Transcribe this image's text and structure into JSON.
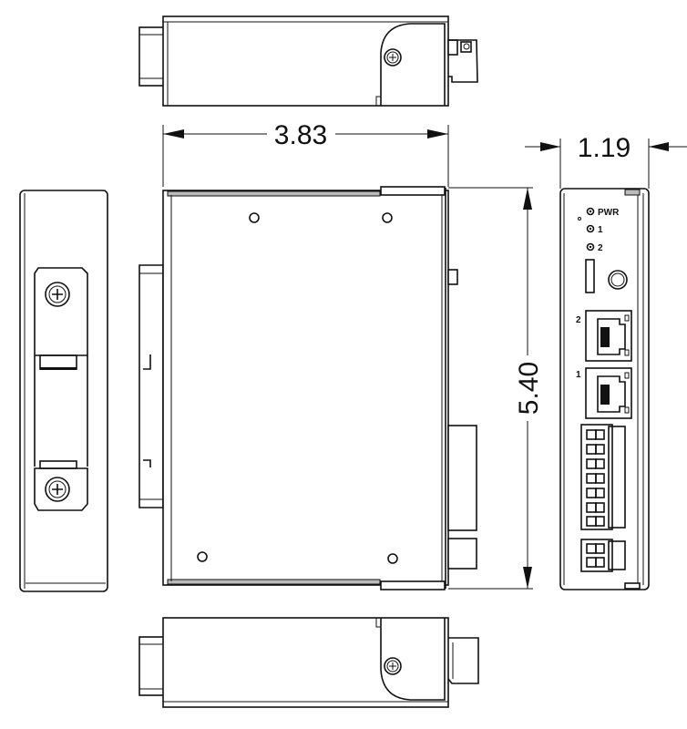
{
  "drawing": {
    "type": "orthographic-dimension-drawing",
    "units": "inches",
    "views": [
      "top-view",
      "left-side-view",
      "front-view",
      "right-end-view",
      "bottom-view"
    ]
  },
  "dimensions": {
    "width": {
      "value": "3.83",
      "orientation": "horizontal"
    },
    "depth": {
      "value": "1.19",
      "orientation": "horizontal"
    },
    "height": {
      "value": "5.40",
      "orientation": "vertical"
    }
  },
  "end_panel": {
    "leds": [
      {
        "label": "PWR"
      },
      {
        "label": "1"
      },
      {
        "label": "2"
      }
    ],
    "ports": [
      {
        "label": "2",
        "type": "rj45"
      },
      {
        "label": "1",
        "type": "rj45"
      }
    ],
    "terminal_blocks": [
      {
        "positions": 7
      },
      {
        "positions": 2
      }
    ]
  },
  "colors": {
    "line": "#111111",
    "background": "#ffffff",
    "shade": "#bbbbbb"
  }
}
